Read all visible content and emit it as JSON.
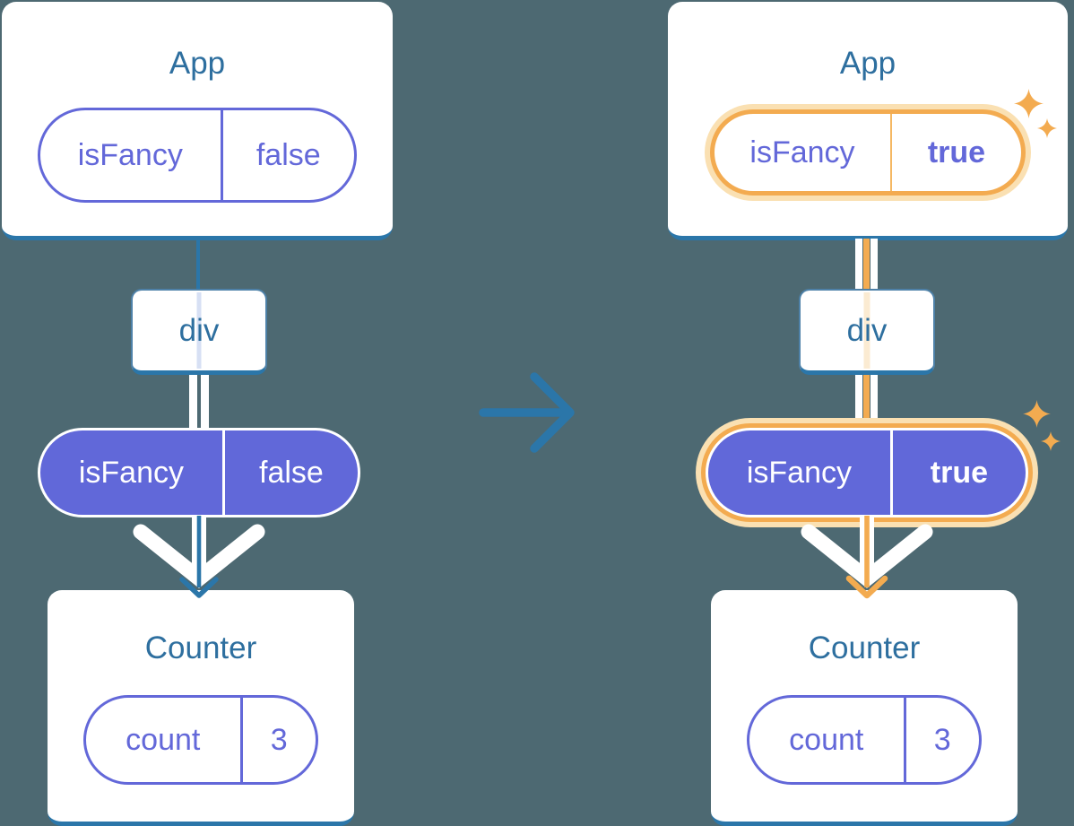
{
  "colors": {
    "background": "#4D6972",
    "card": "#FFFFFF",
    "line_blue": "#2B76A9",
    "heading_text": "#2E6F9F",
    "purple": "#6368D9",
    "purple_fill": "#6168D9",
    "highlight_orange": "#F3AB50",
    "highlight_orange_pale": "#FAE0B2",
    "wire_lavender": "#D7E0F4",
    "wire_cream": "#FBEBD2"
  },
  "left_tree": {
    "app_card": {
      "title": "App",
      "pill": {
        "key": "isFancy",
        "value": "false"
      }
    },
    "div_node": {
      "label": "div"
    },
    "prop_pill": {
      "key": "isFancy",
      "value": "false"
    },
    "counter_card": {
      "title": "Counter",
      "pill": {
        "key": "count",
        "value": "3"
      }
    }
  },
  "right_tree": {
    "app_card": {
      "title": "App",
      "pill": {
        "key": "isFancy",
        "value": "true"
      }
    },
    "div_node": {
      "label": "div"
    },
    "prop_pill": {
      "key": "isFancy",
      "value": "true"
    },
    "counter_card": {
      "title": "Counter",
      "pill": {
        "key": "count",
        "value": "3"
      }
    }
  },
  "icons": {
    "transition_arrow": "arrow-right-icon",
    "down_arrow": "arrow-down-icon",
    "sparkle": "sparkle-icon"
  }
}
